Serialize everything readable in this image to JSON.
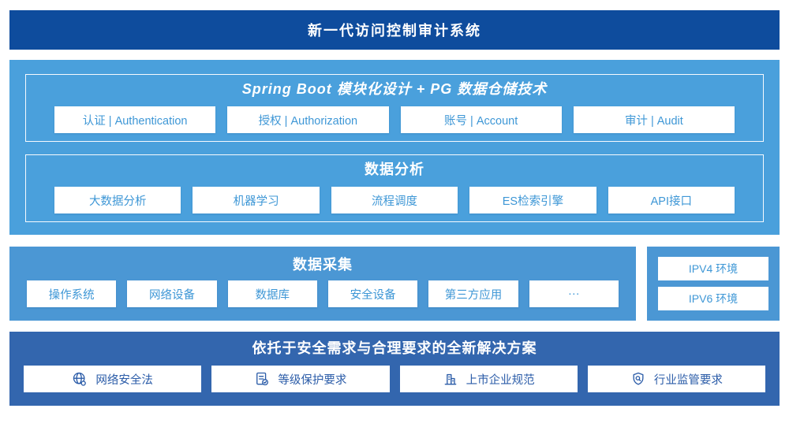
{
  "colors": {
    "banner_bg": "#0E4C9D",
    "architecture_bg": "#4AA0DC",
    "collection_bg": "#4B97D4",
    "solution_bg": "#3366AE",
    "chip_text_blue": "#3E97D6",
    "chip_text_navy": "#2B5CA8",
    "chip_bg": "#FFFFFF"
  },
  "banner": {
    "title": "新一代访问控制审计系统"
  },
  "architecture": {
    "spring_boot": {
      "title": "Spring Boot 模块化设计 + PG 数据仓储技术",
      "modules": [
        {
          "label": "认证 | Authentication"
        },
        {
          "label": "授权 | Authorization"
        },
        {
          "label": "账号 | Account"
        },
        {
          "label": "审计 | Audit"
        }
      ]
    },
    "data_analysis": {
      "title": "数据分析",
      "modules": [
        {
          "label": "大数据分析"
        },
        {
          "label": "机器学习"
        },
        {
          "label": "流程调度"
        },
        {
          "label": "ES检索引擎"
        },
        {
          "label": "API接口"
        }
      ]
    }
  },
  "data_collection": {
    "title": "数据采集",
    "sources": [
      {
        "label": "操作系统"
      },
      {
        "label": "网络设备"
      },
      {
        "label": "数据库"
      },
      {
        "label": "安全设备"
      },
      {
        "label": "第三方应用"
      },
      {
        "label": "···"
      }
    ],
    "environments": [
      {
        "label": "IPV4 环境"
      },
      {
        "label": "IPV6 环境"
      }
    ]
  },
  "solution": {
    "title": "依托于安全需求与合理要求的全新解决方案",
    "items": [
      {
        "label": "网络安全法",
        "icon": "globe-icon"
      },
      {
        "label": "等级保护要求",
        "icon": "document-check-icon"
      },
      {
        "label": "上市企业规范",
        "icon": "building-icon"
      },
      {
        "label": "行业监管要求",
        "icon": "shield-search-icon"
      }
    ]
  }
}
